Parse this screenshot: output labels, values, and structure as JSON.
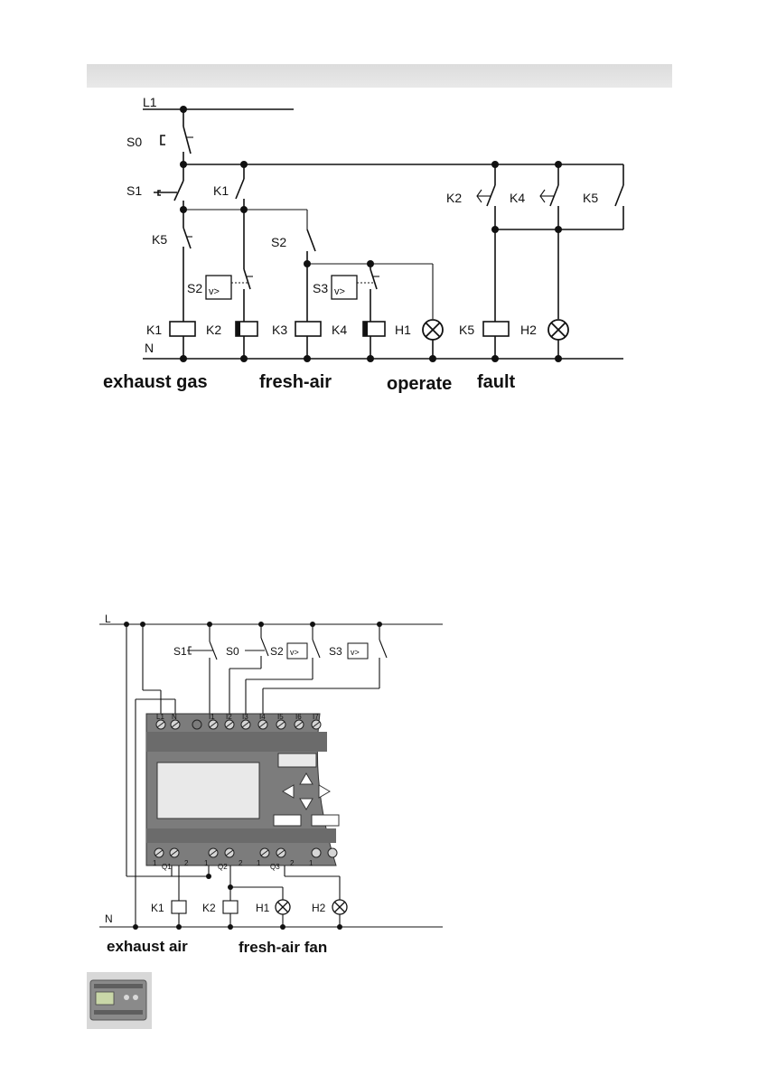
{
  "diagram1": {
    "rails": {
      "top": "L1",
      "bottom": "N"
    },
    "switch_labels": {
      "s0": "S0",
      "s1": "S1",
      "k1": "K1",
      "k5": "K5",
      "s2": "S2",
      "s2t": "S2",
      "s3t": "S3",
      "k2": "K2",
      "k4": "K4",
      "k5b": "K5"
    },
    "timer_text": "v>",
    "coil_labels": {
      "k1": "K1",
      "k2": "K2",
      "k3": "K3",
      "k4": "K4",
      "h1": "H1",
      "k5": "K5",
      "h2": "H2"
    },
    "captions": {
      "exhaust": "exhaust gas",
      "fresh": "fresh-air",
      "operate": "operate",
      "fault": "fault"
    }
  },
  "diagram2": {
    "rails": {
      "top": "L",
      "bottom": "N"
    },
    "switch_labels": {
      "s1": "S1",
      "s0": "S0",
      "s2": "S2",
      "s3": "S3"
    },
    "timer_text": "v>",
    "terminal_top": [
      "L1",
      "N",
      "I1",
      "I2",
      "I3",
      "I4",
      "I5",
      "I6",
      "I7"
    ],
    "terminal_bottom": [
      "1",
      "2",
      "1",
      "2",
      "1",
      "2",
      "1"
    ],
    "outputs": [
      "Q1",
      "Q2",
      "Q3"
    ],
    "load_labels": {
      "k1": "K1",
      "k2": "K2",
      "h1": "H1",
      "h2": "H2"
    },
    "captions": {
      "exhaust": "exhaust air",
      "fresh": "fresh-air fan"
    }
  },
  "colors": {
    "device_body": "#7c7c7c",
    "device_dark": "#6b6b6b",
    "display": "#e9e9e9",
    "line": "#111111"
  }
}
